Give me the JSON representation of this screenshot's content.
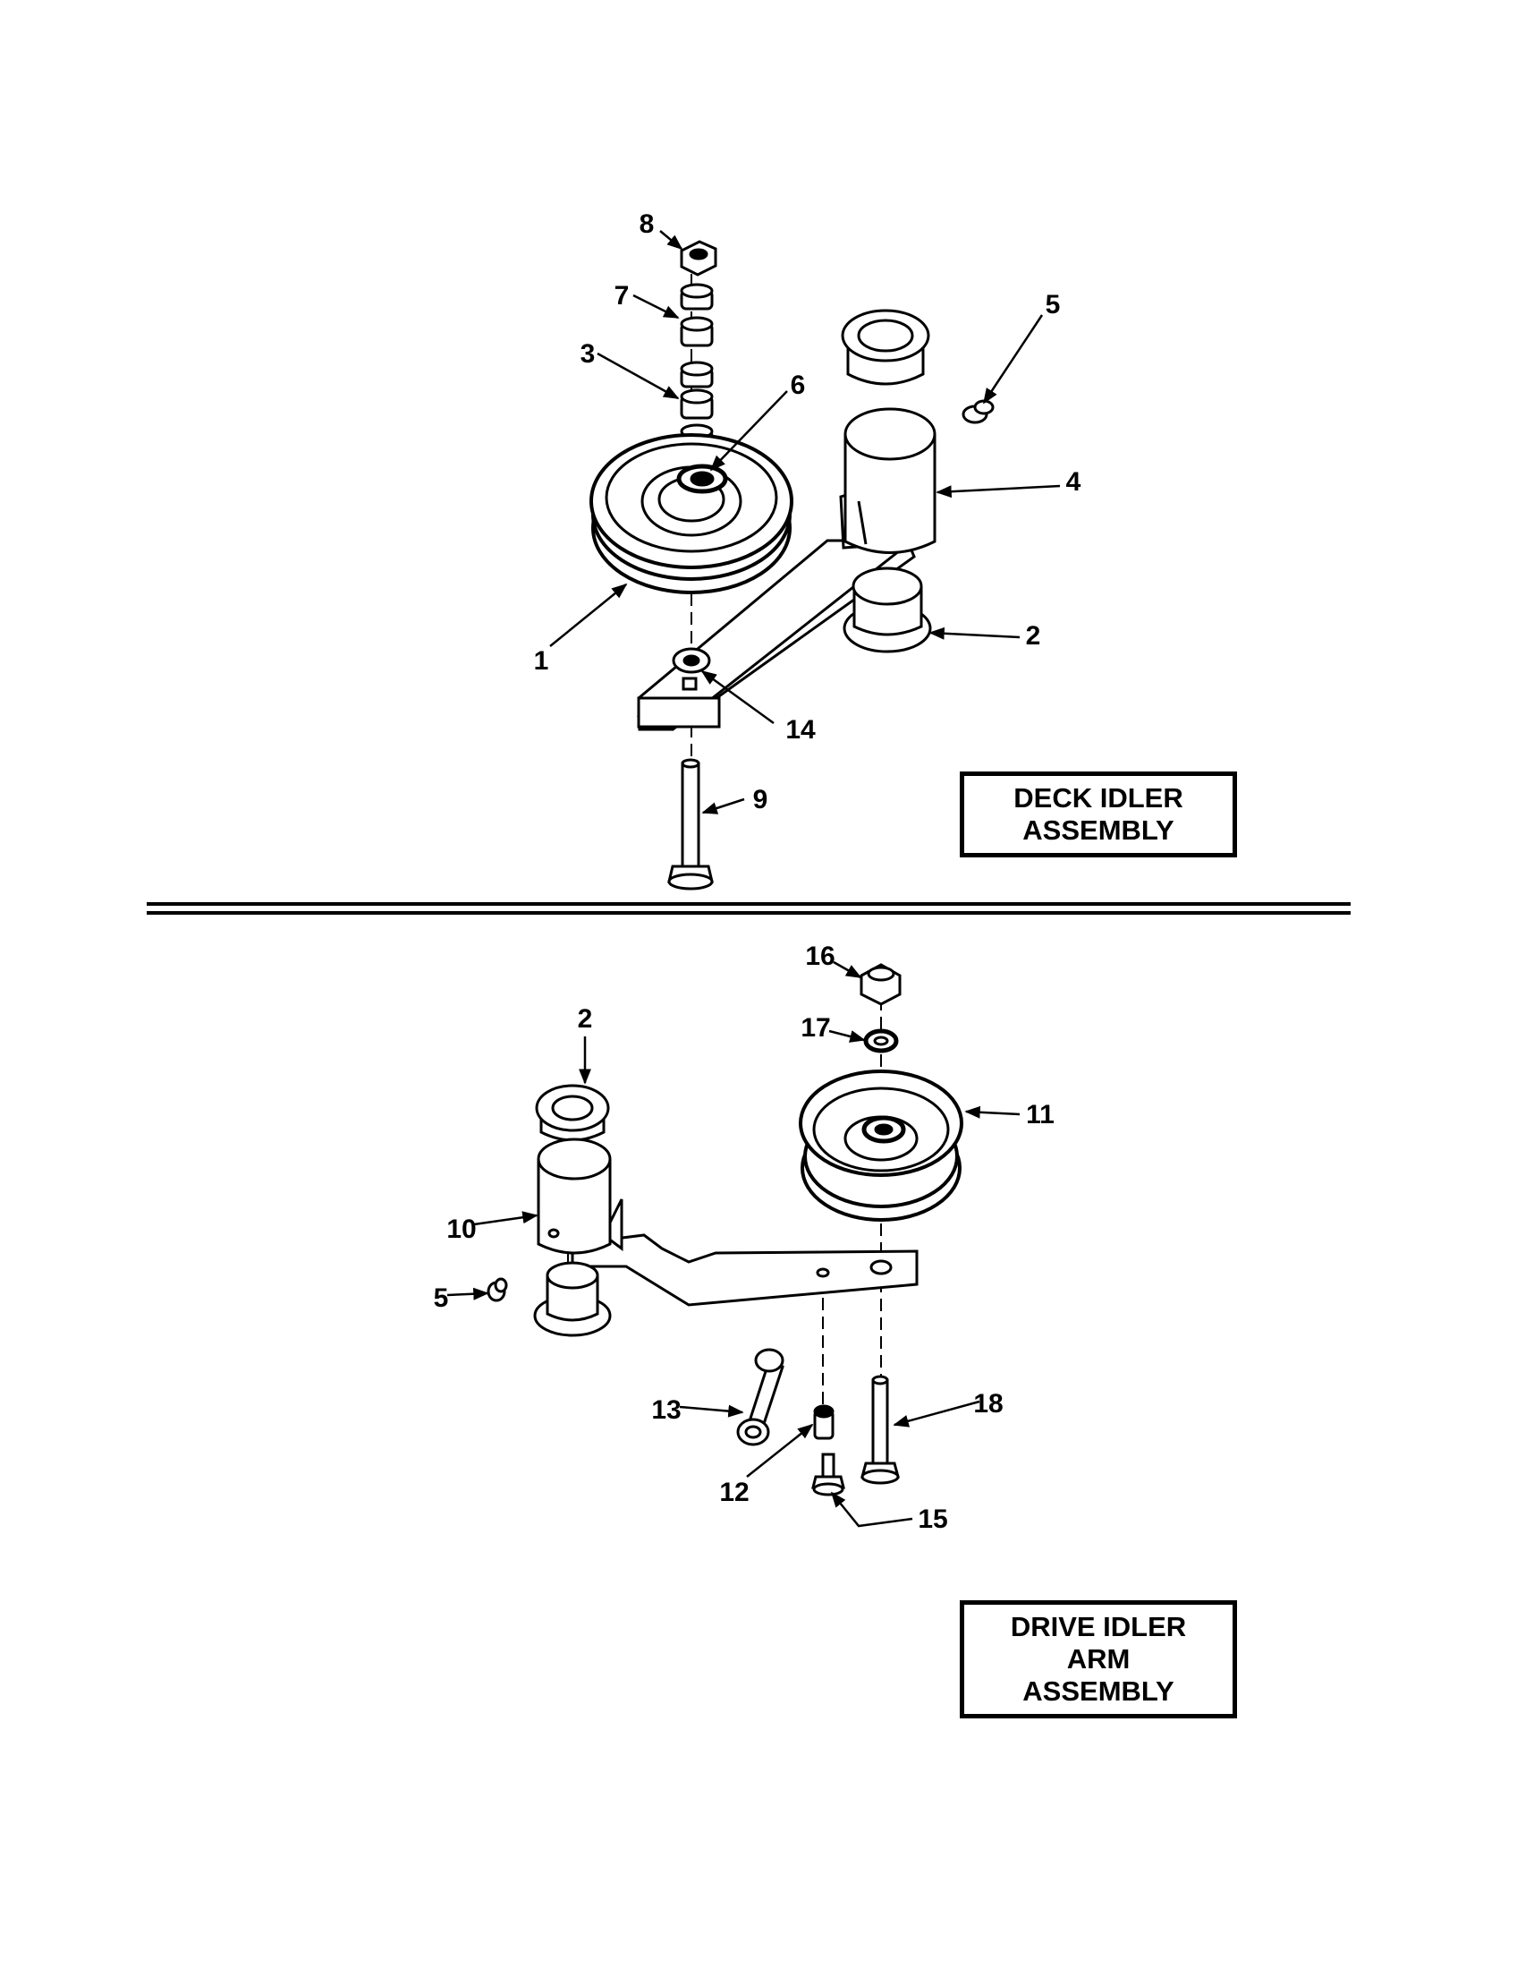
{
  "deck_assembly": {
    "title_lines": [
      "DECK IDLER",
      "ASSEMBLY"
    ],
    "callouts": {
      "c1": "1",
      "c2": "2",
      "c3": "3",
      "c4": "4",
      "c5": "5",
      "c6": "6",
      "c7": "7",
      "c8": "8",
      "c9": "9",
      "c14": "14"
    }
  },
  "drive_assembly": {
    "title_lines": [
      "DRIVE IDLER",
      "ARM",
      "ASSEMBLY"
    ],
    "callouts": {
      "c2": "2",
      "c5": "5",
      "c10": "10",
      "c11": "11",
      "c12": "12",
      "c13": "13",
      "c15": "15",
      "c16": "16",
      "c17": "17",
      "c18": "18"
    }
  },
  "colors": {
    "line": "#000000",
    "background": "#ffffff"
  }
}
